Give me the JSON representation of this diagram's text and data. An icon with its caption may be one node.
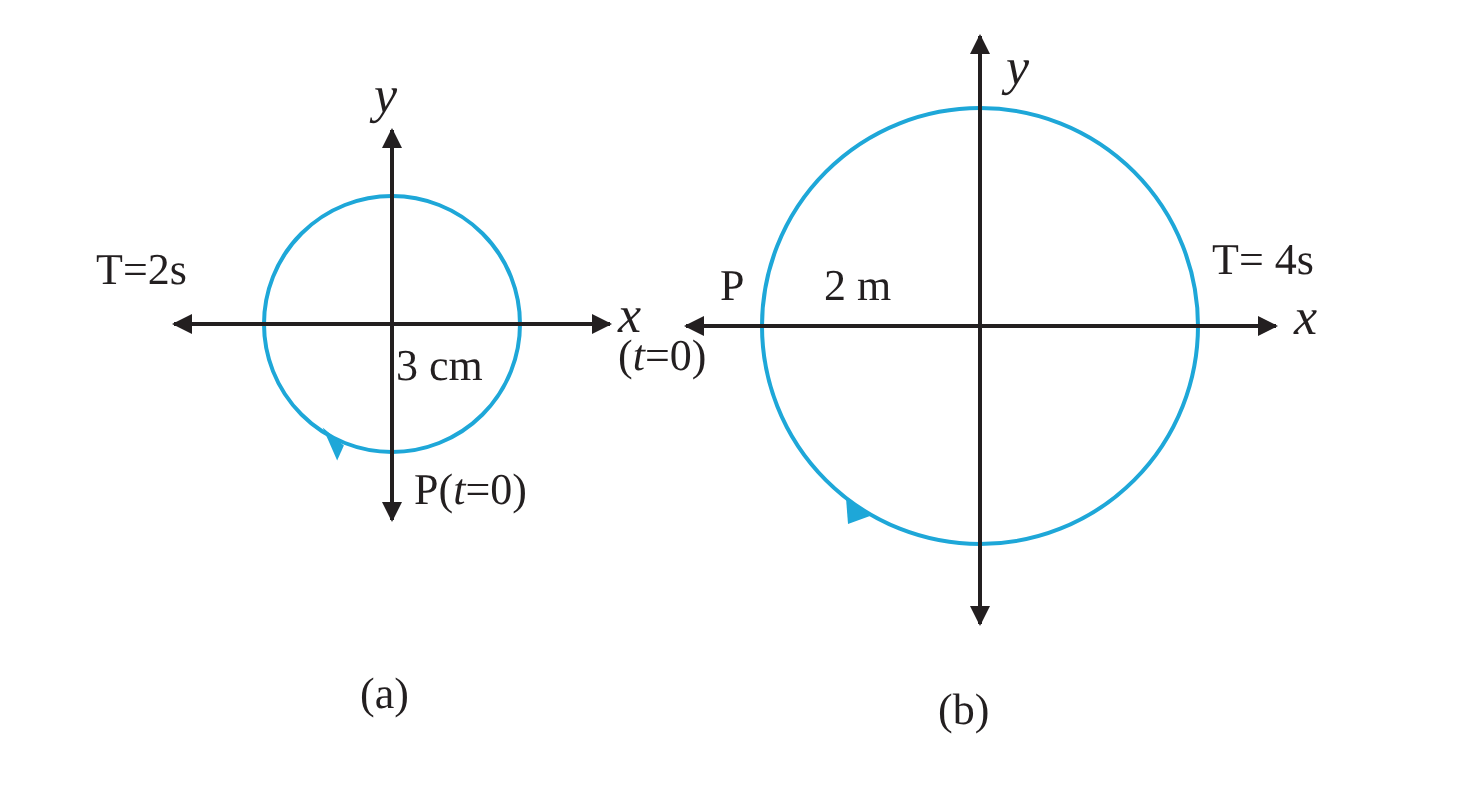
{
  "diagram": {
    "labels": [
      "y",
      "T=2s",
      "x",
      "3 cm",
      "P(*t*=0)",
      "(a)",
      "y",
      "P",
      "2 m",
      "T= 4s",
      "x",
      "(*t*=0)",
      "(b)"
    ]
  }
}
